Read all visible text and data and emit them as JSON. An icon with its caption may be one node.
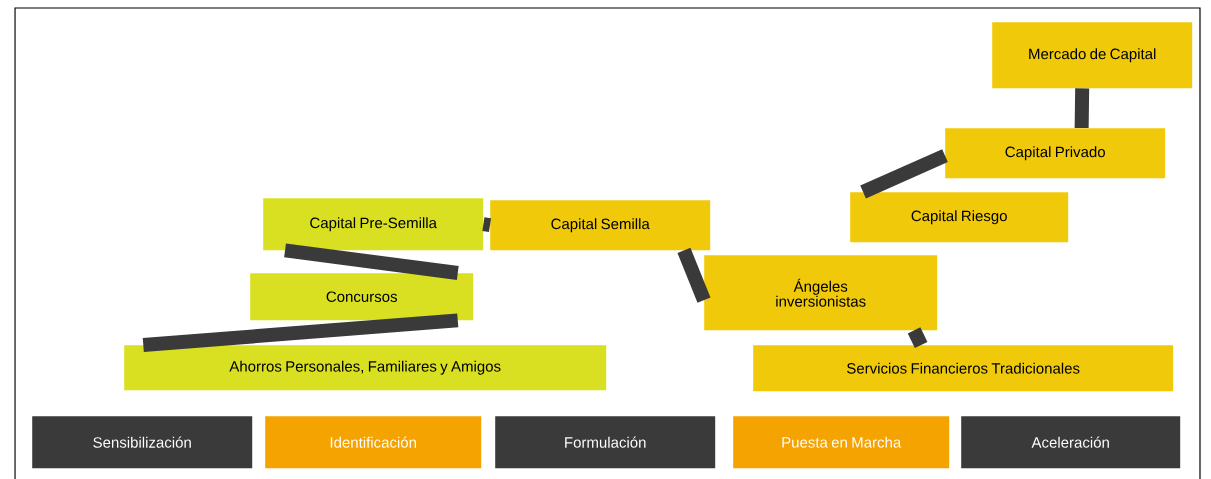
{
  "diagram": {
    "nodes": [
      {
        "text": [
          "Ahorros Personales, Familiares y Amigos"
        ]
      },
      {
        "text": [
          "Concursos"
        ]
      },
      {
        "text": [
          "Capital Pre-Semilla"
        ]
      },
      {
        "text": [
          "Capital Semilla"
        ]
      },
      {
        "text": [
          "Ángeles inversionistas"
        ]
      },
      {
        "text": [
          "Servicios Financieros Tradicionales"
        ]
      },
      {
        "text": [
          "Capital Riesgo"
        ]
      },
      {
        "text": [
          "Capital Privado"
        ]
      },
      {
        "text": [
          "Mercado de Capital"
        ]
      },
      {
        "text": [
          "Sensibilización"
        ]
      },
      {
        "text": [
          "Identificación"
        ]
      },
      {
        "text": [
          "Formulación"
        ]
      },
      {
        "text": [
          "Puesta en Marcha"
        ]
      },
      {
        "text": [
          "Aceleración"
        ]
      }
    ],
    "edges": [
      {
        "from": 0,
        "to": 1,
        "arrow": "none"
      },
      {
        "from": 1,
        "to": 2,
        "arrow": "none"
      },
      {
        "from": 2,
        "to": 3,
        "arrow": "none"
      },
      {
        "from": 3,
        "to": 4,
        "arrow": "none"
      },
      {
        "from": 4,
        "to": 5,
        "arrow": "none"
      },
      {
        "from": 6,
        "to": 7,
        "arrow": "none"
      },
      {
        "from": 7,
        "to": 8,
        "arrow": "none"
      }
    ]
  }
}
